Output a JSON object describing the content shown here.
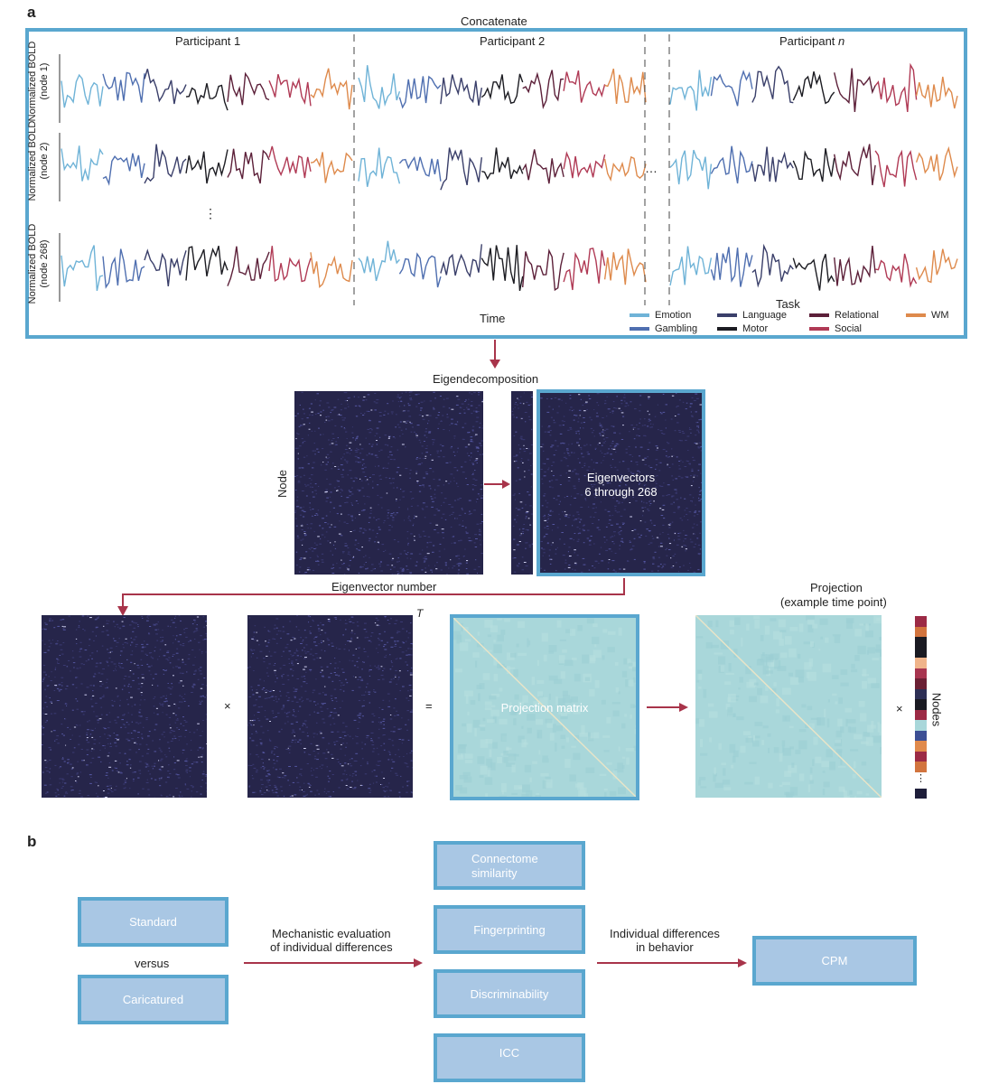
{
  "panel_a": {
    "letter": "a",
    "concatenate_label": "Concatenate",
    "participants": [
      "Participant 1",
      "Participant 2",
      "Participant n"
    ],
    "participant_n_prefix": "Participant",
    "participant_n_suffix": "n",
    "row_labels": [
      {
        "line1": "Normalized BOLD",
        "line2": "(node 1)"
      },
      {
        "line1": "Normalized BOLD",
        "line2": "(node 2)"
      },
      {
        "line1": "Normalized BOLD",
        "line2": "(node 268)"
      }
    ],
    "vdots": "⋮",
    "hdots": "…",
    "time_label": "Time",
    "task_title": "Task",
    "tasks": [
      {
        "name": "Emotion",
        "color": "#6fb3d7"
      },
      {
        "name": "Gambling",
        "color": "#4f6fb0"
      },
      {
        "name": "Language",
        "color": "#3a3f6a"
      },
      {
        "name": "Motor",
        "color": "#1c1c22"
      },
      {
        "name": "Relational",
        "color": "#5c2039"
      },
      {
        "name": "Social",
        "color": "#b03a55"
      },
      {
        "name": "WM",
        "color": "#de8a4c"
      }
    ],
    "eigendecomposition_label": "Eigendecomposition",
    "node_label": "Node",
    "eigenvectors_label_line1": "Eigenvectors",
    "eigenvectors_label_line2": "6 through 268",
    "eigenvector_number_label": "Eigenvector number",
    "transpose_label": "T",
    "times_symbol": "×",
    "equals_symbol": "=",
    "projection_matrix_label": "Projection matrix",
    "projection_label_line1": "Projection",
    "projection_label_line2": "(example time point)",
    "nodes_label": "Nodes",
    "vector_colors": [
      "#9c2a45",
      "#d2743e",
      "#1a1a22",
      "#1a1a22",
      "#f0b48a",
      "#a83550",
      "#6b2034",
      "#2d2f55",
      "#1a1a22",
      "#9c2a45",
      "#a9d7da",
      "#3c4f94",
      "#e08a4c",
      "#9c2a45",
      "#d2743e"
    ],
    "vector_last_color": "#1e1e3a"
  },
  "panel_b": {
    "letter": "b",
    "standard": "Standard",
    "versus": "versus",
    "caricatured": "Caricatured",
    "mechanistic_line1": "Mechanistic evaluation",
    "mechanistic_line2": "of individual differences",
    "connectome_line1": "Connectome",
    "connectome_line2": "similarity",
    "fingerprinting": "Fingerprinting",
    "discriminability": "Discriminability",
    "icc": "ICC",
    "behavior_line1": "Individual differences",
    "behavior_line2": "in behavior",
    "cpm": "CPM"
  },
  "colors": {
    "frame": "#5aa7cf",
    "arrow": "#a8344a",
    "dark_matrix": "#26254a",
    "light_matrix": "#a9d7da",
    "box_fill": "#a9c7e4"
  }
}
